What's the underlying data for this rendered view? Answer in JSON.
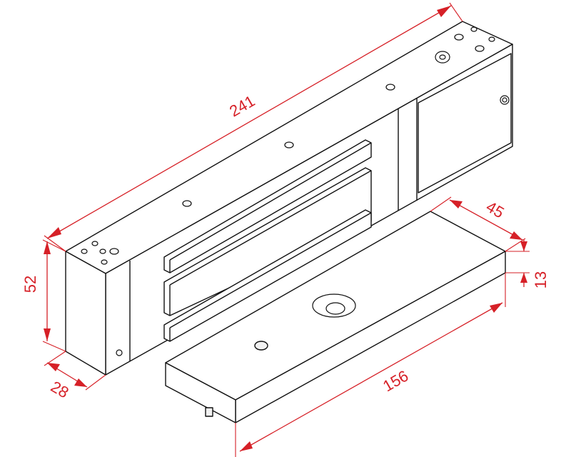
{
  "colors": {
    "dimension": "#d62027",
    "outline": "#111111",
    "background": "#ffffff"
  },
  "dimensions": {
    "lock_length": "241",
    "lock_height": "52",
    "lock_depth": "28",
    "plate_width": "45",
    "plate_thickness": "13",
    "plate_length": "156"
  }
}
